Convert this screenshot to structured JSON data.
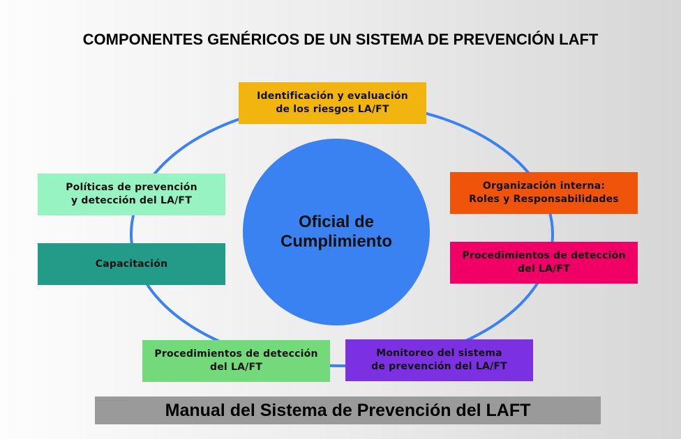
{
  "title": "COMPONENTES GENÉRICOS DE UN SISTEMA DE PREVENCIÓN LAFT",
  "center": "Oficial de\nCumplimiento",
  "components": [
    {
      "label": "Identificación y evaluación\nde los riesgos LA/FT",
      "color": "#f2b40f"
    },
    {
      "label": "Políticas de prevención\ny detección del LA/FT",
      "color": "#98f3c3"
    },
    {
      "label": "Capacitación",
      "color": "#239b89"
    },
    {
      "label": "Organización interna:\nRoles y Responsabilidades",
      "color": "#f0530a"
    },
    {
      "label": "Procedimientos de detección\ndel LA/FT",
      "color": "#f00066"
    },
    {
      "label": "Procedimientos de detección\ndel LA/FT",
      "color": "#73d97b"
    },
    {
      "label": "Monitoreo del sistema\nde prevención del LA/FT",
      "color": "#7b31e1"
    }
  ],
  "footer": "Manual del Sistema de Prevención del LAFT",
  "colors": {
    "ring": "#3a81f1",
    "center": "#3a81f1"
  }
}
